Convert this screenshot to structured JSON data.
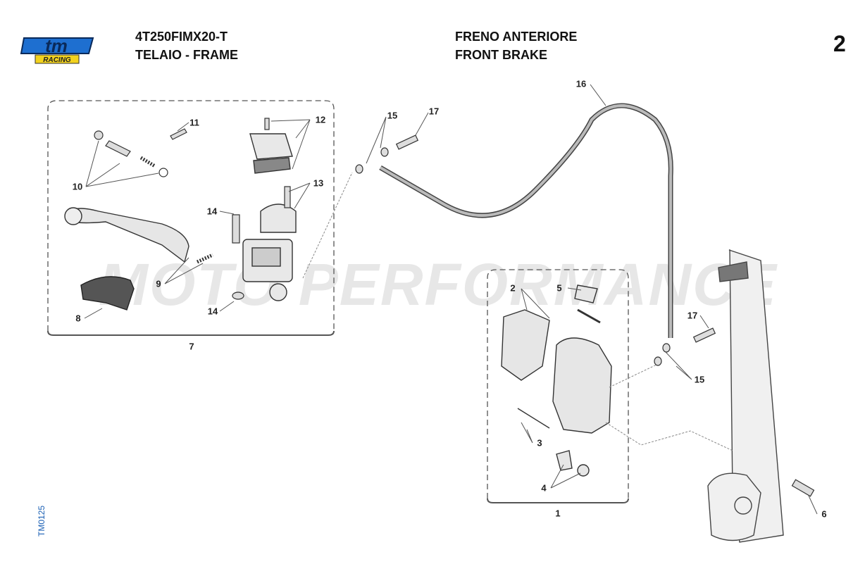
{
  "header": {
    "model": "4T250FIMX20-T",
    "group": "TELAIO - FRAME",
    "section_it": "FRENO ANTERIORE",
    "section_en": "FRONT BRAKE",
    "page_number": "2"
  },
  "logo": {
    "text": "tm",
    "subtext": "RACING",
    "color": "#1e6fd0",
    "subcolor": "#f2d21e"
  },
  "watermark": "MOTO PERFORMANCE",
  "drawing_code": "TM0125",
  "callouts": [
    "11",
    "12",
    "10",
    "13",
    "14",
    "9",
    "14",
    "8",
    "7",
    "15",
    "17",
    "16",
    "2",
    "5",
    "17",
    "15",
    "3",
    "4",
    "1",
    "6"
  ]
}
